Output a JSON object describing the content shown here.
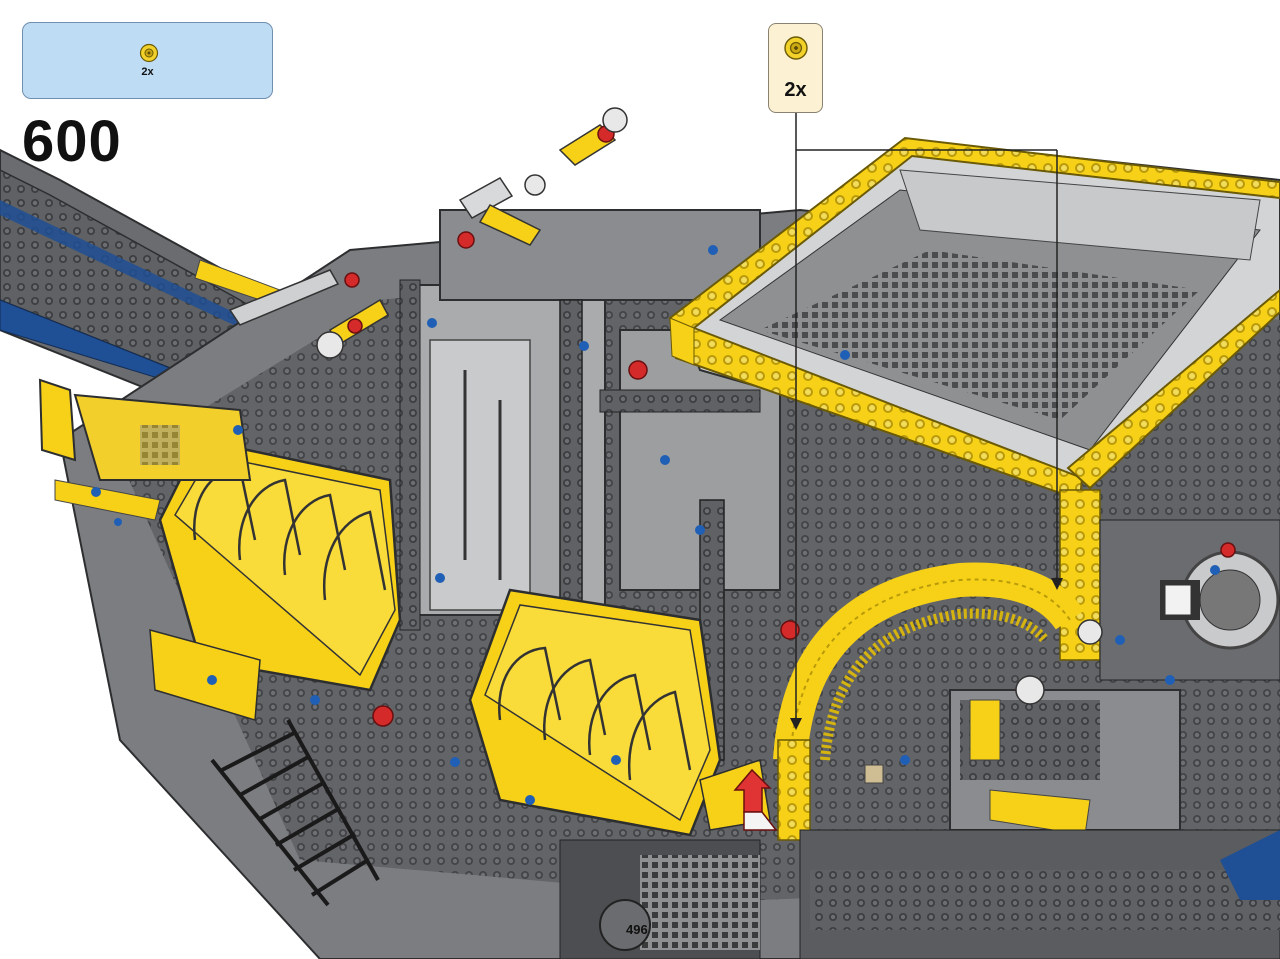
{
  "parts_list": {
    "quantity": "2x",
    "part": "yellow-bush-icon"
  },
  "step": {
    "number": "600"
  },
  "callout": {
    "quantity": "2x",
    "part": "yellow-bush-icon"
  },
  "page": {
    "number": "496"
  },
  "colors": {
    "yellow": "#f7d117",
    "dark_gray": "#5a5c5f",
    "light_gray": "#a9abad",
    "blue": "#1f4f94",
    "red": "#d42a2a",
    "parts_box_bg": "#bfdcf5",
    "callout_bg": "#fcf2d3"
  }
}
